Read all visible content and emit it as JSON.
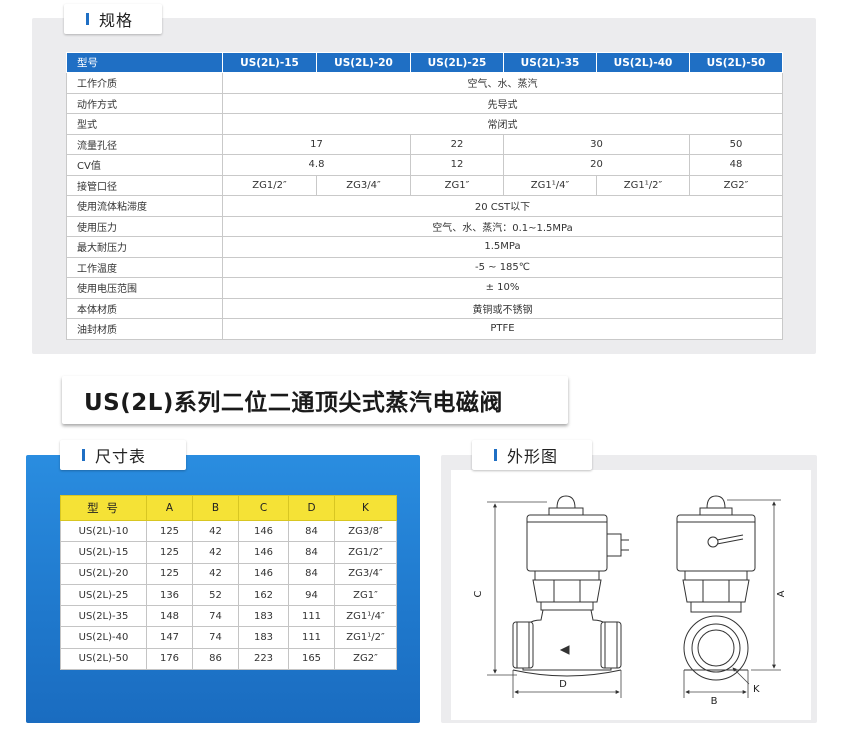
{
  "spec": {
    "tab_label": "规格",
    "header": [
      "型号",
      "US(2L)-15",
      "US(2L)-20",
      "US(2L)-25",
      "US(2L)-35",
      "US(2L)-40",
      "US(2L)-50"
    ],
    "rows": [
      {
        "label": "工作介质",
        "cells": [
          {
            "text": "空气、水、蒸汽",
            "span": 6
          }
        ]
      },
      {
        "label": "动作方式",
        "cells": [
          {
            "text": "先导式",
            "span": 6
          }
        ]
      },
      {
        "label": "型式",
        "cells": [
          {
            "text": "常闭式",
            "span": 6
          }
        ]
      },
      {
        "label": "流量孔径",
        "cells": [
          {
            "text": "17",
            "span": 2
          },
          {
            "text": "22",
            "span": 1
          },
          {
            "text": "30",
            "span": 2
          },
          {
            "text": "50",
            "span": 1
          }
        ]
      },
      {
        "label": "CV值",
        "cells": [
          {
            "text": "4.8",
            "span": 2
          },
          {
            "text": "12",
            "span": 1
          },
          {
            "text": "20",
            "span": 2
          },
          {
            "text": "48",
            "span": 1
          }
        ]
      },
      {
        "label": "接管口径",
        "cells": [
          {
            "text": "ZG1/2″",
            "span": 1
          },
          {
            "text": "ZG3/4″",
            "span": 1
          },
          {
            "text": "ZG1″",
            "span": 1
          },
          {
            "text": "ZG1¹/4″",
            "span": 1
          },
          {
            "text": "ZG1¹/2″",
            "span": 1
          },
          {
            "text": "ZG2″",
            "span": 1
          }
        ]
      },
      {
        "label": "使用流体粘滞度",
        "cells": [
          {
            "text": "20 CST以下",
            "span": 6
          }
        ]
      },
      {
        "label": "使用压力",
        "cells": [
          {
            "text": "空气、水、蒸汽：0.1~1.5MPa",
            "span": 6
          }
        ]
      },
      {
        "label": "最大耐压力",
        "cells": [
          {
            "text": "1.5MPa",
            "span": 6
          }
        ]
      },
      {
        "label": "工作温度",
        "cells": [
          {
            "text": "-5 ~ 185℃",
            "span": 6
          }
        ]
      },
      {
        "label": "使用电压范围",
        "cells": [
          {
            "text": "± 10%",
            "span": 6
          }
        ]
      },
      {
        "label": "本体材质",
        "cells": [
          {
            "text": "黄铜或不锈钢",
            "span": 6
          }
        ]
      },
      {
        "label": "油封材质",
        "cells": [
          {
            "text": "PTFE",
            "span": 6
          }
        ]
      }
    ]
  },
  "series": {
    "title": "US(2L)系列二位二通顶尖式蒸汽电磁阀"
  },
  "size": {
    "tab_label": "尺寸表",
    "header": [
      "型 号",
      "A",
      "B",
      "C",
      "D",
      "K"
    ],
    "rows": [
      [
        "US(2L)-10",
        "125",
        "42",
        "146",
        "84",
        "ZG3/8″"
      ],
      [
        "US(2L)-15",
        "125",
        "42",
        "146",
        "84",
        "ZG1/2″"
      ],
      [
        "US(2L)-20",
        "125",
        "42",
        "146",
        "84",
        "ZG3/4″"
      ],
      [
        "US(2L)-25",
        "136",
        "52",
        "162",
        "94",
        "ZG1″"
      ],
      [
        "US(2L)-35",
        "148",
        "74",
        "183",
        "111",
        "ZG1¹/4″"
      ],
      [
        "US(2L)-40",
        "147",
        "74",
        "183",
        "111",
        "ZG1¹/2″"
      ],
      [
        "US(2L)-50",
        "176",
        "86",
        "223",
        "165",
        "ZG2″"
      ]
    ]
  },
  "shape": {
    "tab_label": "外形图",
    "labels": {
      "a": "A",
      "b": "B",
      "c": "C",
      "d": "D",
      "k": "K"
    }
  },
  "colors": {
    "spec_header": "#1f6fc4",
    "size_header": "#f5e236",
    "size_panel": "#1f78cc"
  }
}
